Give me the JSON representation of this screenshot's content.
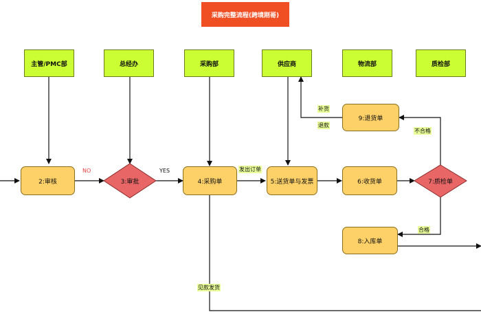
{
  "title": "采购完整流程(跨境刚哥)",
  "departments": [
    "主管/PMC部",
    "总经办",
    "采购部",
    "供应商",
    "物流部",
    "质检部"
  ],
  "nodes": {
    "review": "2:审核",
    "approve": "3:审批",
    "purchase_order": "4:采购单",
    "delivery_invoice": "5:送货单与发票",
    "receipt": "6:收货单",
    "inspection": "7:质检单",
    "warehouse_in": "8:入库单",
    "return_order": "9:退货单"
  },
  "edge_labels": {
    "no": "NO",
    "yes": "YES",
    "send_order": "发出订单",
    "replenish": "补货",
    "refund": "退款",
    "fail": "不合格",
    "pass": "合格",
    "pay_on_delivery": "见款发货"
  },
  "colors": {
    "title_bg": "#f04e23",
    "dept_bg": "#ccff33",
    "node_bg": "#fdd168",
    "diamond_bg": "#e96666",
    "label_highlight": "#eaff9a"
  }
}
